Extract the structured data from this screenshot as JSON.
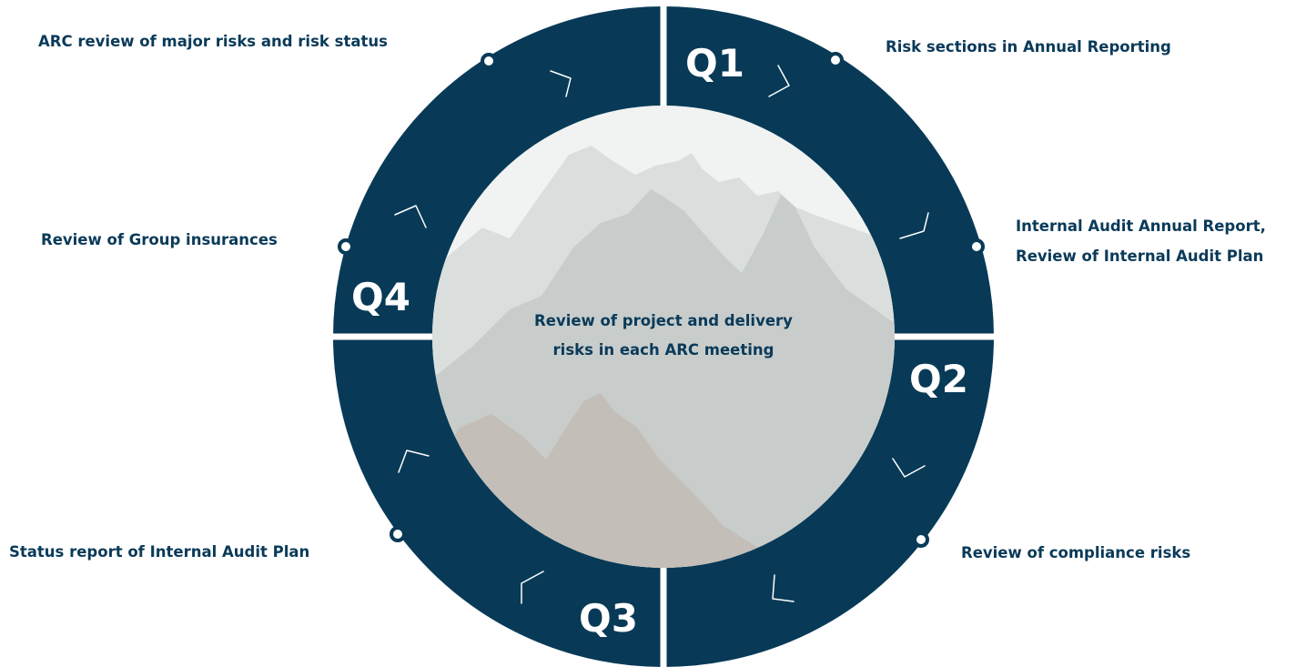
{
  "colors": {
    "ring": "#083a57",
    "text": "#0a3a59",
    "divider": "#ffffff",
    "background": "#ffffff",
    "center_sky": "#eaeeec",
    "center_mountain_far": "#c9d0cd",
    "center_mountain_mid": "#aeb6b3",
    "center_mountain_near": "#a79f97"
  },
  "center": {
    "line1": "Review of project and delivery",
    "line2": "risks in each ARC meeting"
  },
  "quarters": [
    "Q1",
    "Q2",
    "Q3",
    "Q4"
  ],
  "events": {
    "arc_review": "ARC review of major risks and risk status",
    "risk_sections": "Risk sections in Annual Reporting",
    "internal_audit_line1": "Internal Audit Annual Report,",
    "internal_audit_line2": "Review of Internal Audit Plan",
    "compliance": "Review of compliance risks",
    "status_report": "Status report of Internal Audit Plan",
    "group_insurances": "Review of Group insurances"
  },
  "icons": [
    "milestone-dot-icon",
    "direction-chevron-icon",
    "mountain-landscape"
  ]
}
